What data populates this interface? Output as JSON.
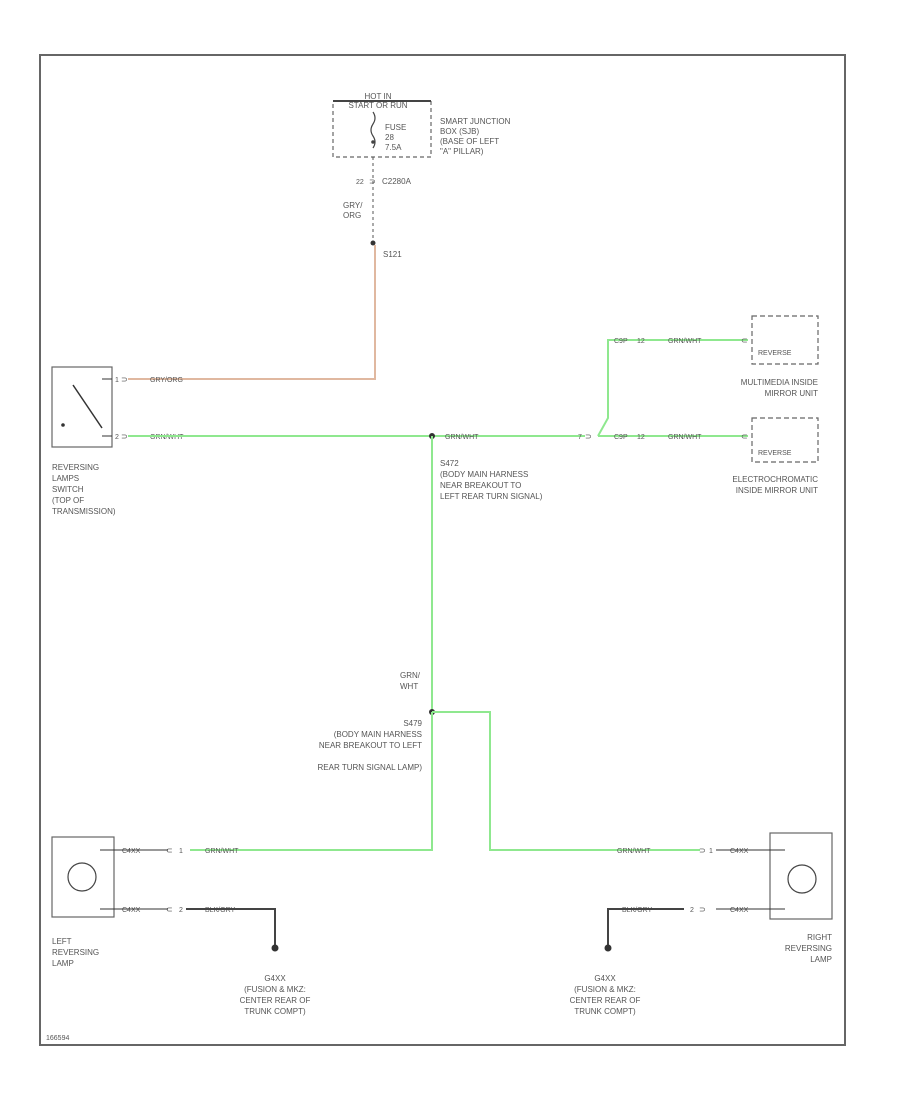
{
  "fuse_box": {
    "hot_label": [
      "HOT IN",
      "START OR RUN"
    ],
    "fuse_label": [
      "FUSE",
      "28",
      "7.5A"
    ],
    "location": [
      "SMART JUNCTION",
      "BOX (SJB)",
      "(BASE OF LEFT",
      "\"A\" PILLAR)"
    ],
    "pin": "22",
    "connector": "C2280A"
  },
  "feed_wire": {
    "color_lines": [
      "GRY/",
      "ORG"
    ],
    "splice": "S121"
  },
  "reversing_switch": {
    "label": [
      "REVERSING",
      "LAMPS",
      "SWITCH",
      "(TOP OF",
      "TRANSMISSION)"
    ],
    "pin_top": "1",
    "pin_bottom": "2",
    "wire_top": "GRY/ORG",
    "wire_bottom": "GRN/WHT"
  },
  "main_splice": {
    "wire": "GRN/WHT",
    "label": [
      "S472",
      "(BODY MAIN HARNESS",
      "NEAR BREAKOUT TO",
      "LEFT REAR TURN SIGNAL)"
    ]
  },
  "mirror_connector": {
    "pin": "7"
  },
  "multimedia_mirror": {
    "connector": "C9P",
    "pin": "12",
    "wire": "GRN/WHT",
    "signal": "REVERSE",
    "label": [
      "MULTIMEDIA INSIDE",
      "MIRROR UNIT"
    ]
  },
  "electrochromatic_mirror": {
    "connector": "C9P",
    "pin": "12",
    "wire": "GRN/WHT",
    "signal": "REVERSE",
    "label": [
      "ELECTROCHROMATIC",
      "INSIDE MIRROR UNIT"
    ]
  },
  "lower_splice": {
    "wire_lines": [
      "GRN/",
      "WHT"
    ],
    "label": [
      "S479",
      "(BODY MAIN HARNESS",
      "NEAR BREAKOUT TO LEFT",
      "REAR TURN SIGNAL LAMP)"
    ]
  },
  "left_lamp": {
    "label": [
      "LEFT",
      "REVERSING",
      "LAMP"
    ],
    "conn_top": "C4XX",
    "pin_top": "1",
    "wire_top": "GRN/WHT",
    "conn_bottom": "C4XX",
    "pin_bottom": "2",
    "wire_bottom": "BLK/GRY"
  },
  "right_lamp": {
    "label": [
      "RIGHT",
      "REVERSING",
      "LAMP"
    ],
    "conn_top": "C4XX",
    "pin_top": "1",
    "wire_top": "GRN/WHT",
    "conn_bottom": "C4XX",
    "pin_bottom": "2",
    "wire_bottom": "BLK/GRY"
  },
  "left_ground": {
    "label": [
      "G4XX",
      "(FUSION & MKZ:",
      "CENTER REAR OF",
      "TRUNK COMPT)"
    ]
  },
  "right_ground": {
    "label": [
      "G4XX",
      "(FUSION & MKZ:",
      "CENTER REAR OF",
      "TRUNK COMPT)"
    ]
  },
  "diagram_id": "166594",
  "colors": {
    "gry_org": "#e0b8a0",
    "grn_wht": "#8fe88f",
    "black": "#444444",
    "frame": "#666666"
  }
}
